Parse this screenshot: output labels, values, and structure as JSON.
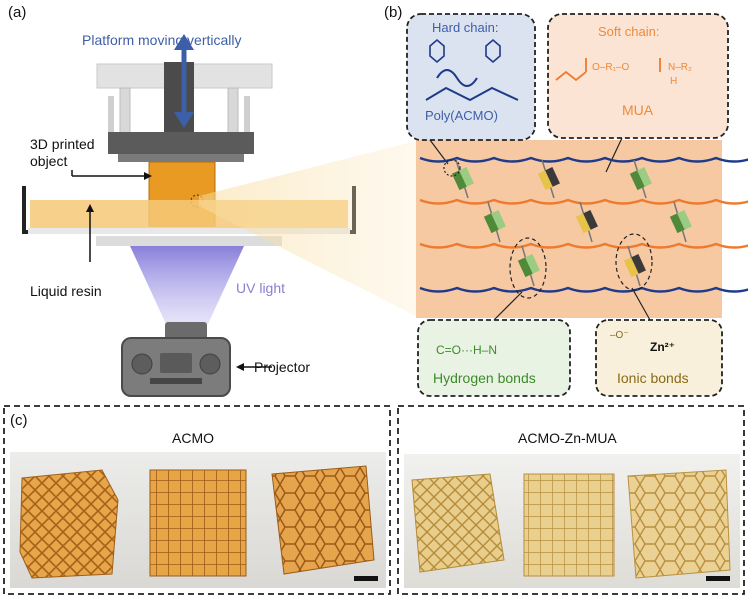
{
  "panel_a": {
    "letter": "(a)",
    "platform_label": "Platform moving vertically",
    "object_label_line1": "3D printed",
    "object_label_line2": "object",
    "resin_label": "Liquid resin",
    "uv_label": "UV light",
    "projector_label": "Projector"
  },
  "panel_b": {
    "letter": "(b)",
    "hard_chain_title": "Hard chain:",
    "hard_chain_name": "Poly(ACMO)",
    "soft_chain_title": "Soft chain:",
    "soft_chain_name": "MUA",
    "soft_chain_formula": "O–R₁–O",
    "soft_chain_nh": "N–R₂",
    "soft_chain_h": "H",
    "hbond_label": "Hydrogen bonds",
    "hbond_formula": "C=O···H–N",
    "ionic_label": "Ionic bonds",
    "ionic_zn": "Zn²⁺",
    "ionic_o": "–O⁻"
  },
  "panel_c": {
    "letter": "(c)",
    "left_title": "ACMO",
    "right_title": "ACMO-Zn-MUA"
  },
  "colors": {
    "hard": "#1e3a8a",
    "soft": "#ee7a2e",
    "hbond": "#3d8a2a",
    "ionic": "#8a6a16",
    "resin": "#f6c977",
    "uv": "#8d84d8"
  }
}
